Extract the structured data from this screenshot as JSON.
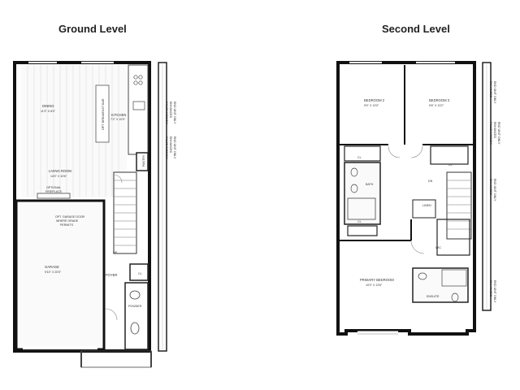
{
  "titles": {
    "ground": "Ground Level",
    "second": "Second Level"
  },
  "ground": {
    "dining": {
      "name": "DINING",
      "dim": "11'3\" X 8'0\""
    },
    "kitchen": {
      "name": "KITCHEN",
      "dim": "7'2\" X 10'0\""
    },
    "breakfast_bar": "OPT. BREAKFAST BAR",
    "living": {
      "name": "LIVING ROOM",
      "dim": "14'0\" X 10'6\""
    },
    "fireplace": [
      "OPTIONAL",
      "FIREPLACE"
    ],
    "garage_door": [
      "OPT. GARAGE DOOR",
      "WHERE GRADE",
      "PERMITS"
    ],
    "garage": {
      "name": "GARAGE",
      "dim": "9'10\" X 20'0\""
    },
    "pantry": "PANTRY",
    "up": "UP",
    "cl": "CL",
    "foyer": "FOYER",
    "powder": "POWDER",
    "side_notes": [
      [
        "FALSE WINDOW",
        "ENHANCED",
        "END UNIT ONLY"
      ],
      [
        "FALSE WINDOW",
        "ENHANCED",
        "END UNIT ONLY"
      ]
    ]
  },
  "second": {
    "bedroom2": {
      "name": "BEDROOM 2",
      "dim": "9'0\" X 13'0\""
    },
    "bedroom3": {
      "name": "BEDROOM 3",
      "dim": "9'6\" X 13'2\""
    },
    "bath": "BATH",
    "linen": "LINEN",
    "dn": "DN",
    "cl": "CL",
    "wic": "WIC",
    "primary": {
      "name": "PRIMARY BEDROOM",
      "dim": "10'0\" X 13'6\""
    },
    "ensuite": "ENSUITE",
    "side_notes": [
      [
        "ENHANCED",
        "END UNIT ONLY"
      ],
      [
        "FALSE WINDOW",
        "ENHANCED",
        "END UNIT ONLY"
      ],
      [
        "ENHANCED",
        "END UNIT ONLY"
      ],
      [
        "ENHANCED",
        "END UNIT ONLY"
      ]
    ]
  }
}
